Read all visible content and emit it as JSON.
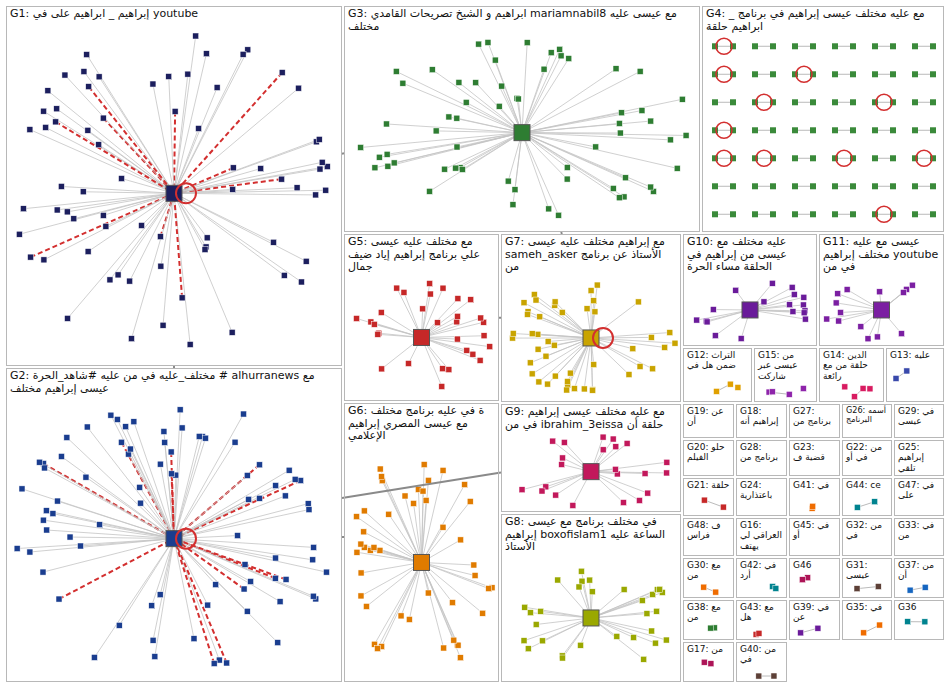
{
  "diagram": {
    "nodes": [
      {
        "text": [
          "G1: إبراهيم _ ابراهيم على في youtube"
        ]
      },
      {
        "text": [
          "G3: ابراهيم و الشيخ تصريحات القامدي mariamnabil8 مع عيسى عليه مختلف"
        ]
      },
      {
        "text": [
          "G4: مع عليه مختلف عيسى إبراهيم في برنامج _ ابراهيم حلقة"
        ]
      },
      {
        "text": [
          "G5: مع مختلف عليه عيسى علي برنامج إبراهيم إياد ضيف جمال"
        ]
      },
      {
        "text": [
          "G7: مع إبراهيم مختلف عليه عيسى sameh_asker الأستاذ عن برنامج من"
        ]
      },
      {
        "text": [
          "G10: عليه مختلف مع عيسى من إبراهيم في الحلقة مساء الحرة"
        ]
      },
      {
        "text": [
          "G11: عيسى مع عليه مختلف إبراهيم youtube في من"
        ]
      },
      {
        "text": [
          "G12: التراث ضمن هل في"
        ]
      },
      {
        "text": [
          "G15: من عيسى عبر شاركت"
        ]
      },
      {
        "text": [
          "G14: الدين حلقة من مع رائعة"
        ]
      },
      {
        "text": [
          "G13: عليه"
        ]
      },
      {
        "text": [
          "G2: مختلف_عليه في من عليه #شاهد_الحرة # alhurranews مع عيسى إبراهيم مختلف"
        ]
      },
      {
        "text": [
          "G6: ة في عليه برنامج مختلف مع عيسى المصري إبراهيم الإعلامي"
        ]
      },
      {
        "text": [
          "G9: مع عليه مختلف عيسى إبراهيم في من ibrahim_3eissa حلقة أن"
        ]
      },
      {
        "text": [
          "G8: في مختلف برنامج مع عيسى إبراهيم boxofislam1 الساعة عليه الأستاذ"
        ]
      },
      {
        "text": [
          "G19: عن أن"
        ]
      },
      {
        "text": [
          "G18: إبراهيم أنه"
        ]
      },
      {
        "text": [
          "G27: برنامج من"
        ]
      },
      {
        "text": [
          "G26: أسمه البرنامج"
        ]
      },
      {
        "text": [
          "G29: في عيسى"
        ]
      },
      {
        "text": [
          "G20: حلو الفيلم"
        ]
      },
      {
        "text": [
          "G28: برنامج من"
        ]
      },
      {
        "text": [
          "G23: قضية ف"
        ]
      },
      {
        "text": [
          "G22: من في أو"
        ]
      },
      {
        "text": [
          "G25: إبراهيم تلقي"
        ]
      },
      {
        "text": [
          "G21: حلقة"
        ]
      },
      {
        "text": [
          "G24: باعتذارية"
        ]
      },
      {
        "text": [
          "G41: في"
        ]
      },
      {
        "text": [
          "G44: ce"
        ]
      },
      {
        "text": [
          "G47: في على"
        ]
      },
      {
        "text": [
          "G48: ف فراس"
        ]
      },
      {
        "text": [
          "G16: العراقي لي يهتف"
        ]
      },
      {
        "text": [
          "G45: في أو"
        ]
      },
      {
        "text": [
          "G32: من في"
        ]
      },
      {
        "text": [
          "G33: في من"
        ]
      },
      {
        "text": [
          "G30: مع من"
        ]
      },
      {
        "text": [
          "G42: في أرد"
        ]
      },
      {
        "text": [
          "G46"
        ]
      },
      {
        "text": [
          "G31: عيسى"
        ]
      },
      {
        "text": [
          "G37: من أن"
        ]
      },
      {
        "text": [
          "G38: مع من"
        ]
      },
      {
        "text": [
          "G43: مع هل"
        ]
      },
      {
        "text": [
          "G39: في عن"
        ]
      },
      {
        "text": [
          "G35: في"
        ]
      },
      {
        "text": [
          "G36"
        ]
      },
      {
        "text": [
          "G17: من"
        ]
      },
      {
        "text": [
          "G40: من في"
        ]
      }
    ],
    "edges": [
      {
        "from": 11,
        "to": 0,
        "arrow": "none"
      },
      {
        "from": 11,
        "to": 12,
        "arrow": "none"
      },
      {
        "from": 11,
        "to": 13,
        "arrow": "none"
      },
      {
        "from": 1,
        "to": 4,
        "arrow": "none"
      },
      {
        "from": 3,
        "to": 4,
        "arrow": "none"
      },
      {
        "from": 0,
        "to": 1,
        "arrow": "none"
      }
    ]
  }
}
